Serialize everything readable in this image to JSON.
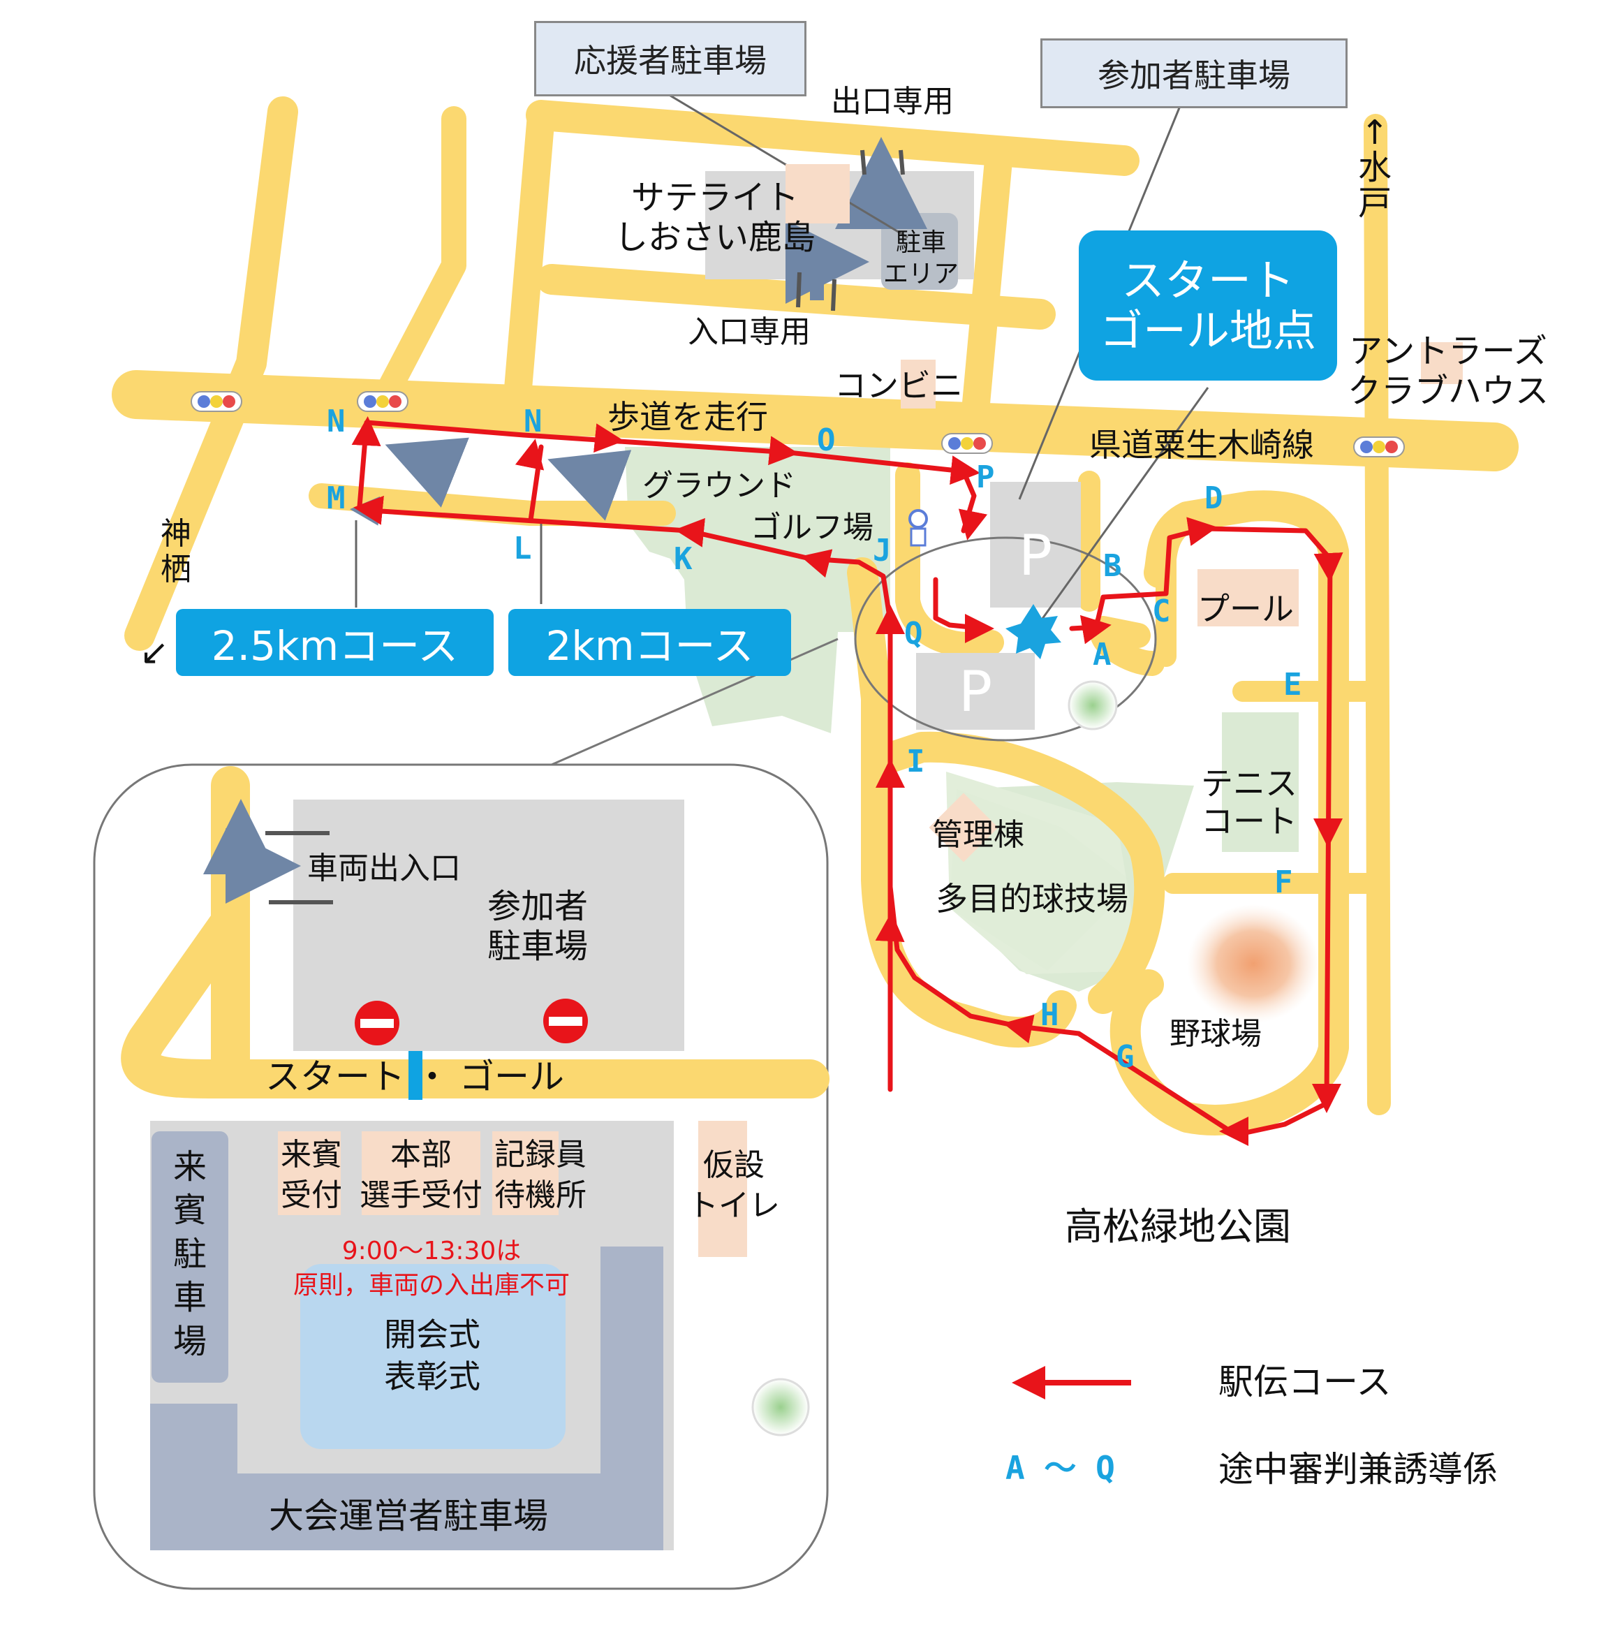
{
  "title": "高松緑地公園",
  "start_goal": [
    "スタート",
    "ゴール地点"
  ],
  "parking": {
    "supporter": "応援者駐車場",
    "participant": "参加者駐車場",
    "p_mark": "P",
    "area": [
      "駐車",
      "エリア"
    ]
  },
  "exit_only": "出口専用",
  "entrance_only": "入口専用",
  "satellite": [
    "サテライト",
    "しおさい鹿島"
  ],
  "to_mito": [
    "↑",
    "水",
    "戸"
  ],
  "to_kamisu": [
    "神",
    "栖",
    "↙"
  ],
  "konbini": "コンビニ",
  "antlers": [
    "アントラーズ",
    "クラブハウス"
  ],
  "walk_sidewalk": "歩道を走行",
  "prefectural_road": "県道粟生木崎線",
  "ground": "グラウンド",
  "golf": "ゴルフ場",
  "pool": "プール",
  "tennis": [
    "テニス",
    "コート"
  ],
  "admin": "管理棟",
  "multipurpose": "多目的球技場",
  "baseball": "野球場",
  "course_25": "2.5kmコース",
  "course_2": "2kmコース",
  "points": [
    "A",
    "B",
    "C",
    "D",
    "E",
    "F",
    "G",
    "H",
    "I",
    "J",
    "K",
    "L",
    "M",
    "N",
    "N",
    "O",
    "P",
    "Q"
  ],
  "inset": {
    "vehicle_gate": "車両出入口",
    "participant_parking": [
      "参加者",
      "駐車場"
    ],
    "start_goal": [
      "スタート",
      "・",
      "ゴール"
    ],
    "guest_reception": [
      "来賓",
      "受付"
    ],
    "hq": [
      "本部",
      "選手受付"
    ],
    "recorders": [
      "記録員",
      "待機所"
    ],
    "toilet": [
      "仮設",
      "トイレ"
    ],
    "guest_parking": [
      "来",
      "賓",
      "駐",
      "車",
      "場"
    ],
    "notice": [
      "9:00〜13:30は",
      "原則，車両の入出庫不可"
    ],
    "ceremony": [
      "開会式",
      "表彰式"
    ],
    "staff_parking": "大会運営者駐車場"
  },
  "legend": {
    "course": "駅伝コース",
    "range": "A 〜 Q",
    "marshal": "途中審判兼誘導係"
  },
  "colors": {
    "road": "#fbd870",
    "route": "#e8141a",
    "point": "#1aa3df",
    "start_box": "#0fa3e2",
    "park_grey": "#d9d9d9",
    "green": "#dbead4",
    "facility": "#f8dcc8",
    "parking_blue": "#aab4c8"
  }
}
